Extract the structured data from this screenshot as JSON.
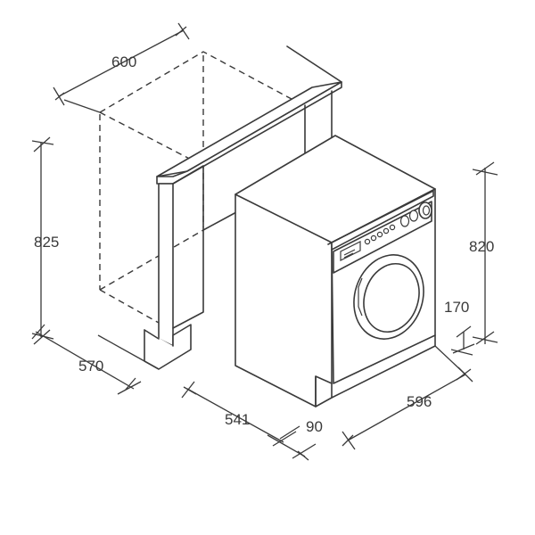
{
  "dimensions": {
    "cabinet_width": "600",
    "cabinet_height": "825",
    "cabinet_depth": "570",
    "machine_depth": "541",
    "door_protrusion": "90",
    "machine_width": "596",
    "machine_height": "820",
    "plinth_height": "170"
  },
  "colors": {
    "line": "#3a3a3a",
    "background": "#ffffff"
  }
}
